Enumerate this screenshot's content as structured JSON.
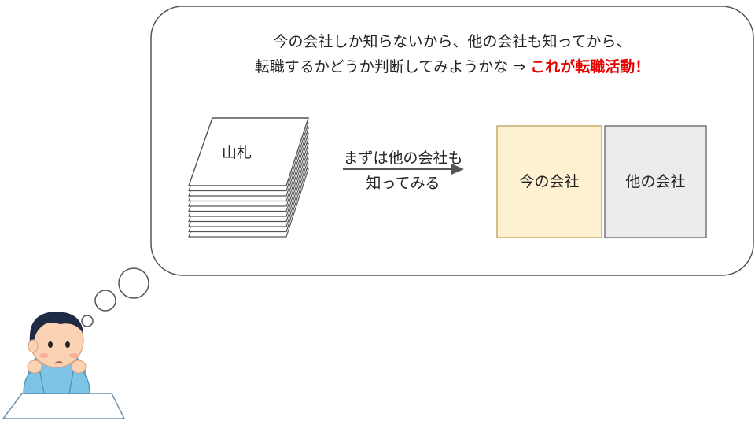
{
  "bubble": {
    "line1": "今の会社しか知らないから、他の会社も知ってから、",
    "line2_prefix": "転職するかどうか判断してみようかな ⇒ ",
    "line2_emphasis": "これが転職活動！"
  },
  "deck": {
    "label": "山札"
  },
  "arrow": {
    "line1": "まずは他の会社も",
    "line2": "知ってみる"
  },
  "cards": {
    "current": "今の会社",
    "other": "他の会社"
  },
  "colors": {
    "emphasis": "#e60000",
    "current_card_fill": "#fdf1d1",
    "current_card_border": "#c9a96a",
    "other_card_fill": "#ececec",
    "other_card_border": "#777777",
    "bubble_border": "#555555"
  }
}
